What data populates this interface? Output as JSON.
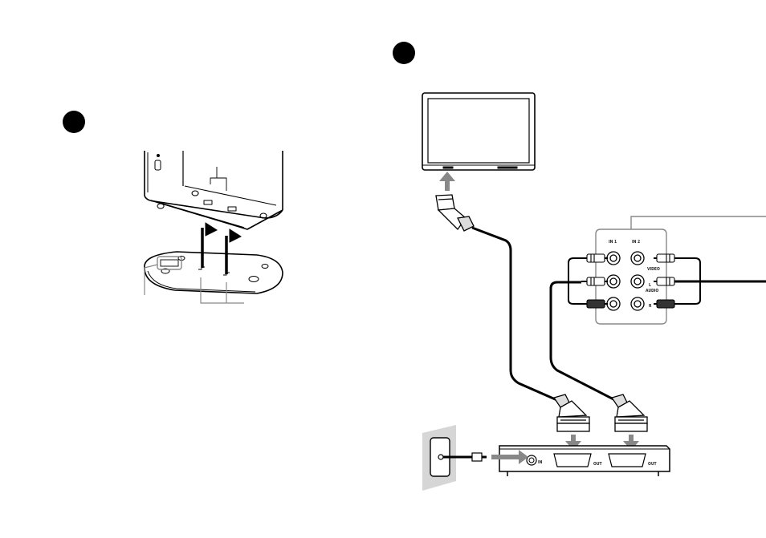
{
  "panels": {
    "left": {
      "step_marker": ""
    },
    "right": {
      "step_marker": ""
    }
  },
  "connector_panel": {
    "in1_label": "IN 1",
    "in2_label": "IN 2",
    "video_label": "VIDEO",
    "audio_label": "AUDIO",
    "l_label": "L",
    "r_label": "R"
  },
  "receiver": {
    "in_label": "IN",
    "out1_label": "OUT",
    "out2_label": "OUT"
  }
}
